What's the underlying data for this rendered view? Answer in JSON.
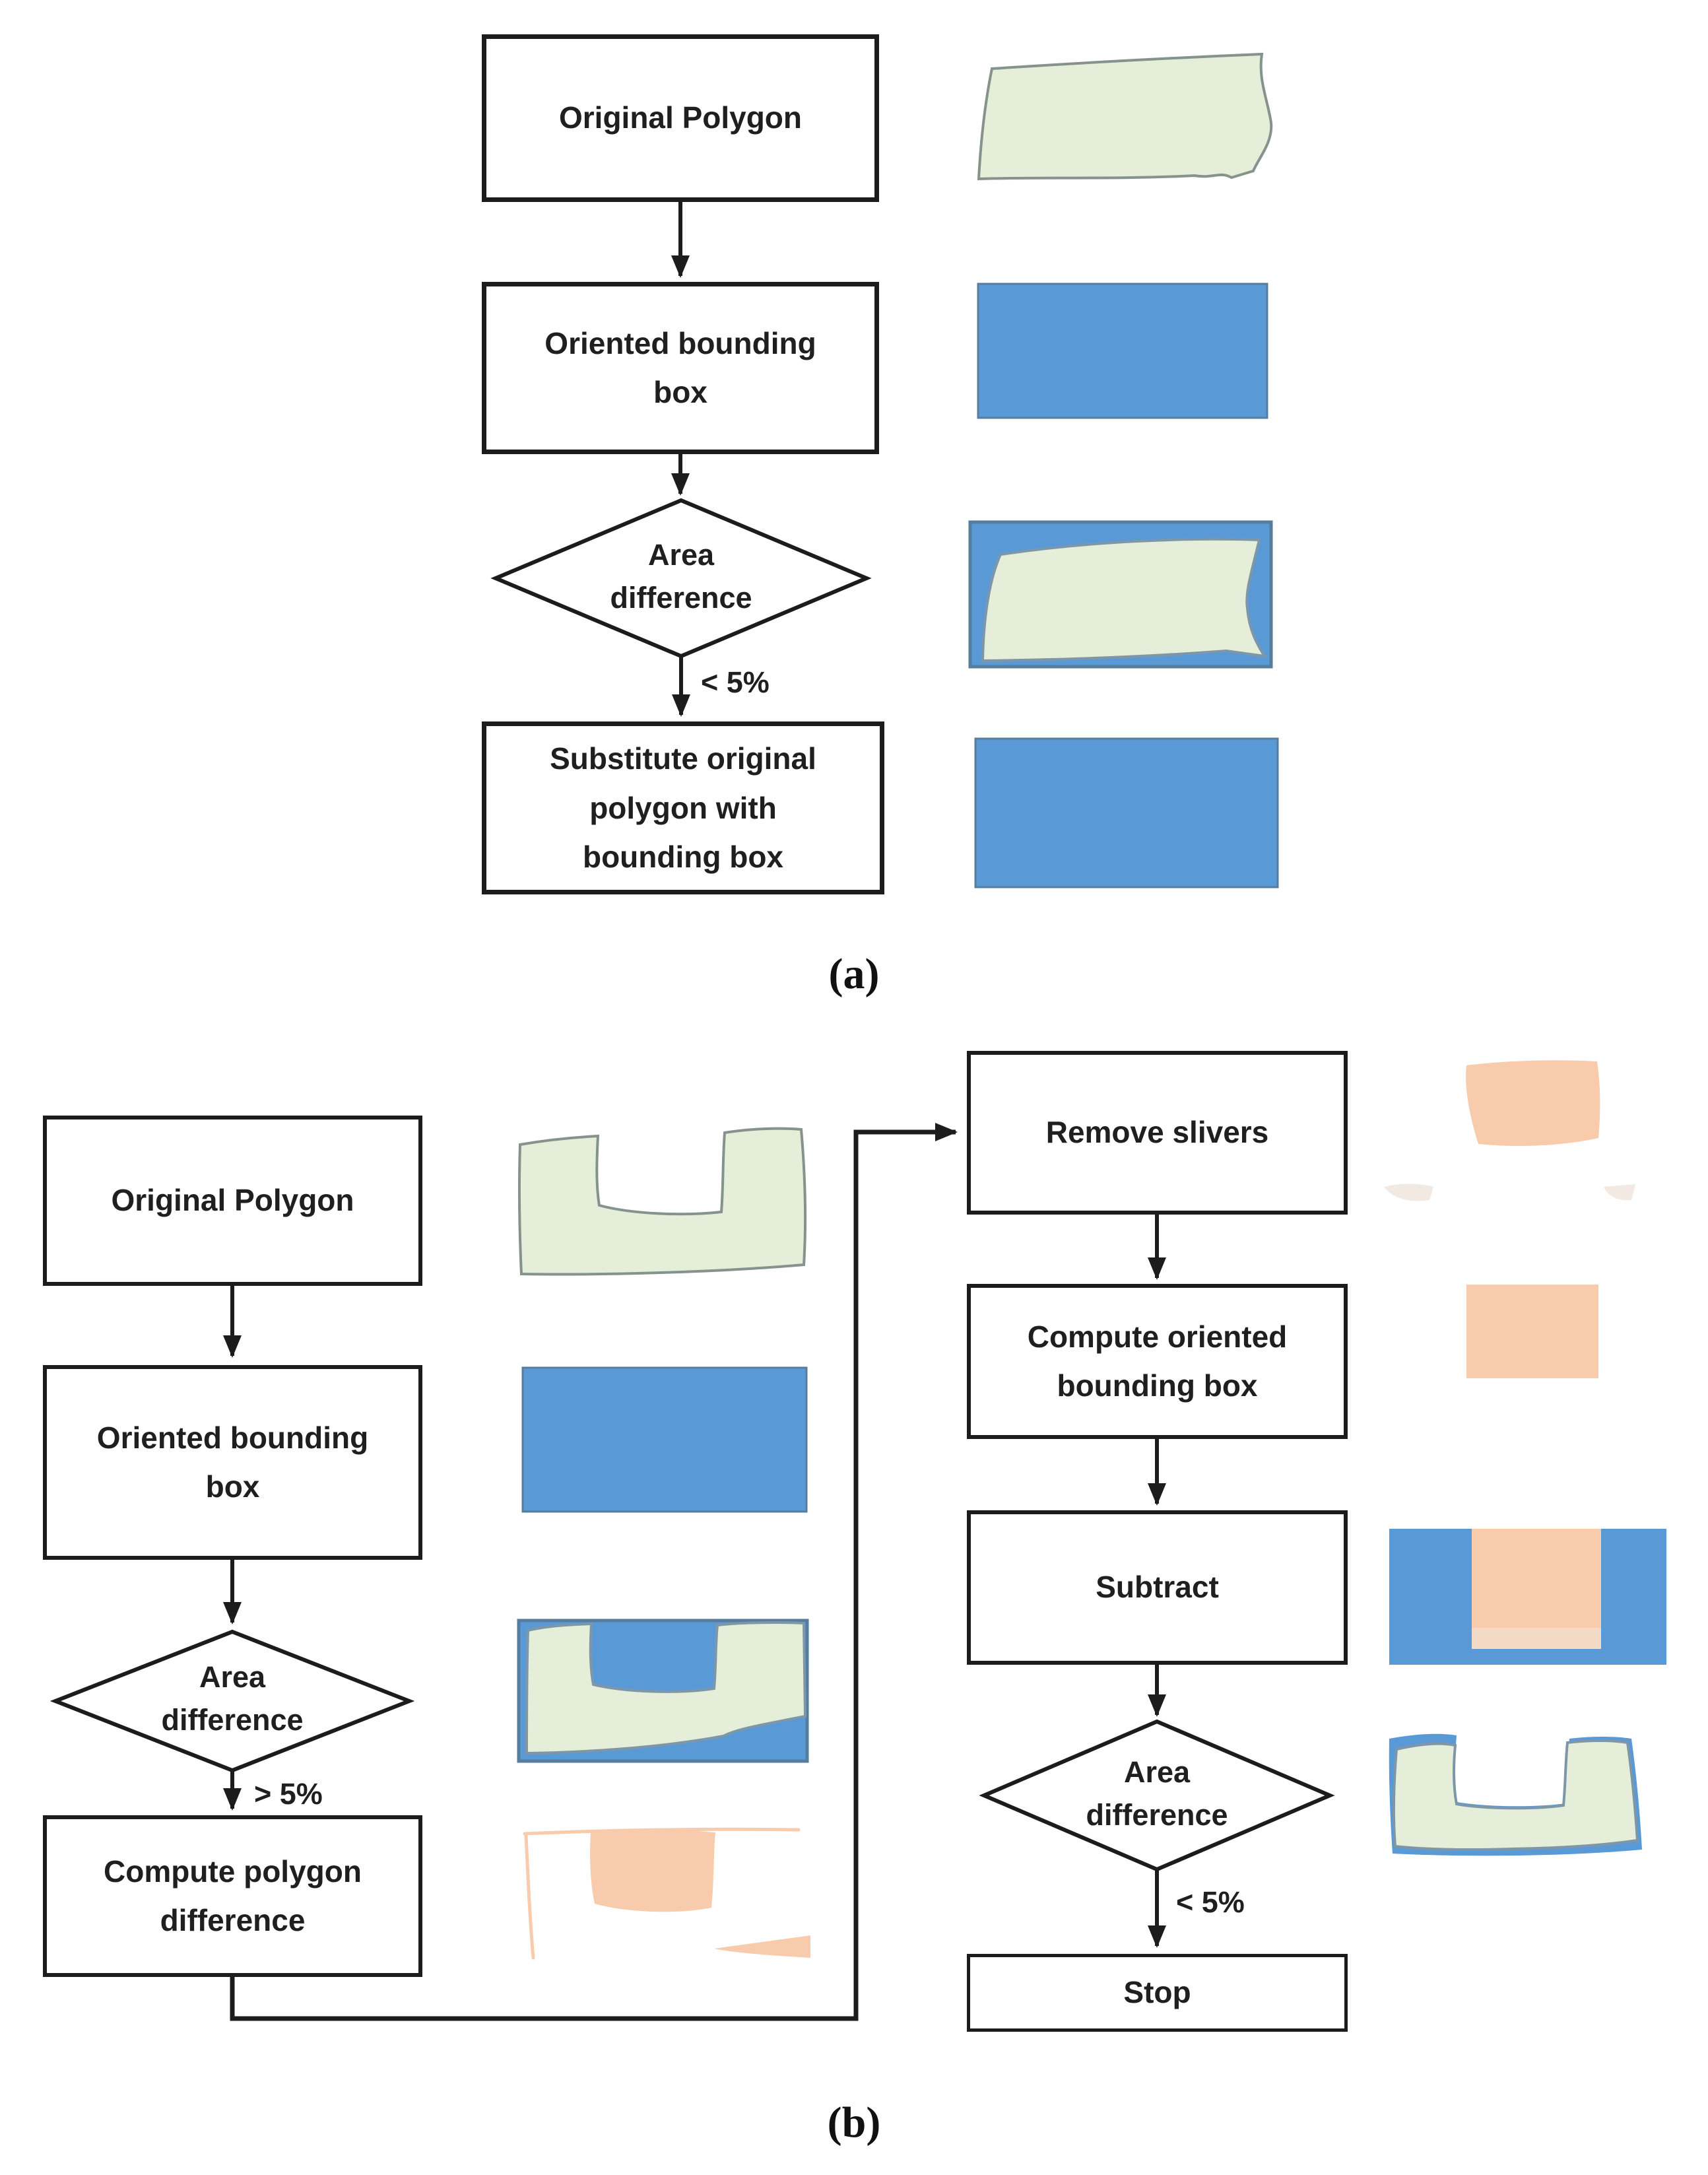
{
  "page": {
    "background": "#ffffff"
  },
  "colors": {
    "page-bg": "#ffffff",
    "ink": "#1c1c1c",
    "text": "#1f1f1f",
    "green": "#e4eed9",
    "green-stroke": "#85938c",
    "overlay-stroke": "#7e97a8",
    "blue": "#5999d6",
    "blue-stroke": "#567d9e",
    "orange": "#f8cbad",
    "orange-light": "#f3dac7",
    "faint": "#f2e9e3"
  },
  "figure_a": {
    "caption": "(a)",
    "box_original": {
      "label": "Original Polygon"
    },
    "box_obb": {
      "lines": [
        "Oriented bounding",
        "box"
      ]
    },
    "decision": {
      "lines": [
        "Area",
        "difference"
      ]
    },
    "edge_label": "< 5%",
    "box_substitute": {
      "lines": [
        "Substitute original",
        "polygon with",
        "bounding box"
      ]
    }
  },
  "figure_b": {
    "caption": "(b)",
    "box_original": {
      "label": "Original Polygon"
    },
    "box_obb": {
      "lines": [
        "Oriented bounding",
        "box"
      ]
    },
    "decision_left": {
      "lines": [
        "Area",
        "difference"
      ]
    },
    "edge_label_left": "> 5%",
    "box_compute_diff": {
      "lines": [
        "Compute polygon",
        "difference"
      ]
    },
    "box_remove_slivers": {
      "label": "Remove slivers"
    },
    "box_compute_obb": {
      "lines": [
        "Compute oriented",
        "bounding box"
      ]
    },
    "box_subtract": {
      "label": "Subtract"
    },
    "decision_right": {
      "lines": [
        "Area",
        "difference"
      ]
    },
    "edge_label_right": "< 5%",
    "box_stop": {
      "label": "Stop"
    }
  }
}
